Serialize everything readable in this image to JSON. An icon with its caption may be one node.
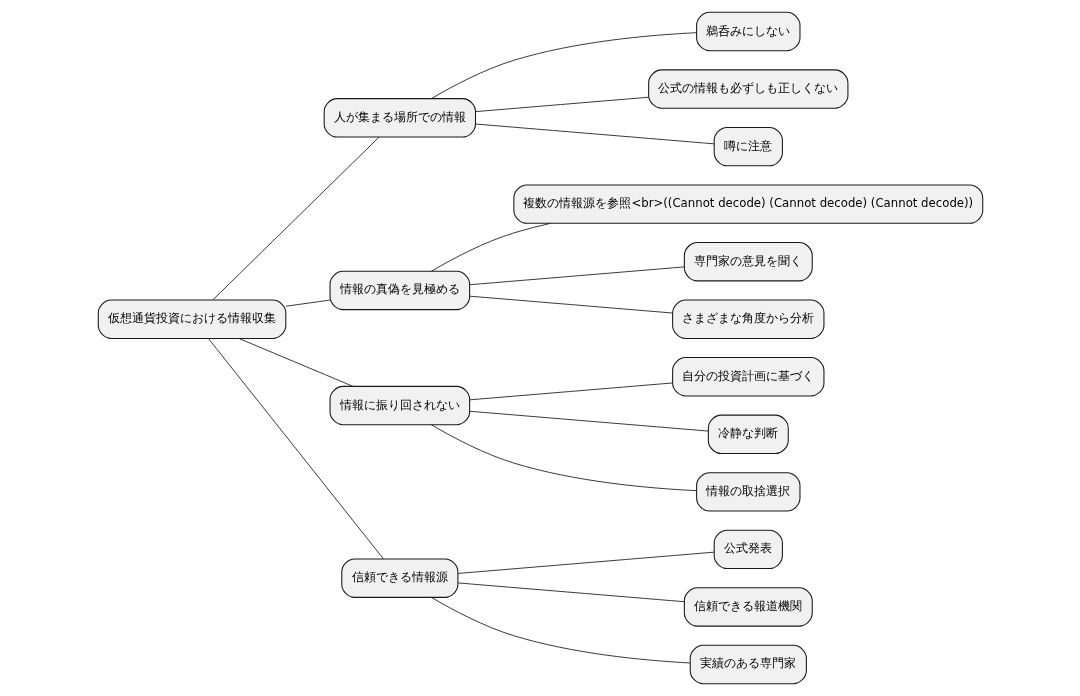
{
  "diagram": {
    "nodes": [
      {
        "text": [
          "仮想通貨投資における情報収集"
        ]
      },
      {
        "text": [
          "人が集まる場所での情報"
        ]
      },
      {
        "text": [
          "鵜呑みにしない"
        ]
      },
      {
        "text": [
          "公式の情報も必ずしも正しくない"
        ]
      },
      {
        "text": [
          "噂に注意"
        ]
      },
      {
        "text": [
          "情報の真偽を見極める"
        ]
      },
      {
        "text": [
          "複数の情報源を参照<br>((Cannot decode) (Cannot decode) (Cannot decode))"
        ]
      },
      {
        "text": [
          "専門家の意見を聞く"
        ]
      },
      {
        "text": [
          "さまざまな角度から分析"
        ]
      },
      {
        "text": [
          "情報に振り回されない"
        ]
      },
      {
        "text": [
          "自分の投資計画に基づく"
        ]
      },
      {
        "text": [
          "冷静な判断"
        ]
      },
      {
        "text": [
          "情報の取捨選択"
        ]
      },
      {
        "text": [
          "信頼できる情報源"
        ]
      },
      {
        "text": [
          "公式発表"
        ]
      },
      {
        "text": [
          "信頼できる報道機関"
        ]
      },
      {
        "text": [
          "実績のある専門家"
        ]
      }
    ],
    "edges": [
      {
        "from": 0,
        "to": 1,
        "arrow": "none"
      },
      {
        "from": 1,
        "to": 2,
        "arrow": "none"
      },
      {
        "from": 1,
        "to": 3,
        "arrow": "none"
      },
      {
        "from": 1,
        "to": 4,
        "arrow": "none"
      },
      {
        "from": 0,
        "to": 5,
        "arrow": "none"
      },
      {
        "from": 5,
        "to": 6,
        "arrow": "none"
      },
      {
        "from": 5,
        "to": 7,
        "arrow": "none"
      },
      {
        "from": 5,
        "to": 8,
        "arrow": "none"
      },
      {
        "from": 0,
        "to": 9,
        "arrow": "none"
      },
      {
        "from": 9,
        "to": 10,
        "arrow": "none"
      },
      {
        "from": 9,
        "to": 11,
        "arrow": "none"
      },
      {
        "from": 9,
        "to": 12,
        "arrow": "none"
      },
      {
        "from": 0,
        "to": 13,
        "arrow": "none"
      },
      {
        "from": 13,
        "to": 14,
        "arrow": "none"
      },
      {
        "from": 13,
        "to": 15,
        "arrow": "none"
      },
      {
        "from": 13,
        "to": 16,
        "arrow": "none"
      }
    ]
  }
}
